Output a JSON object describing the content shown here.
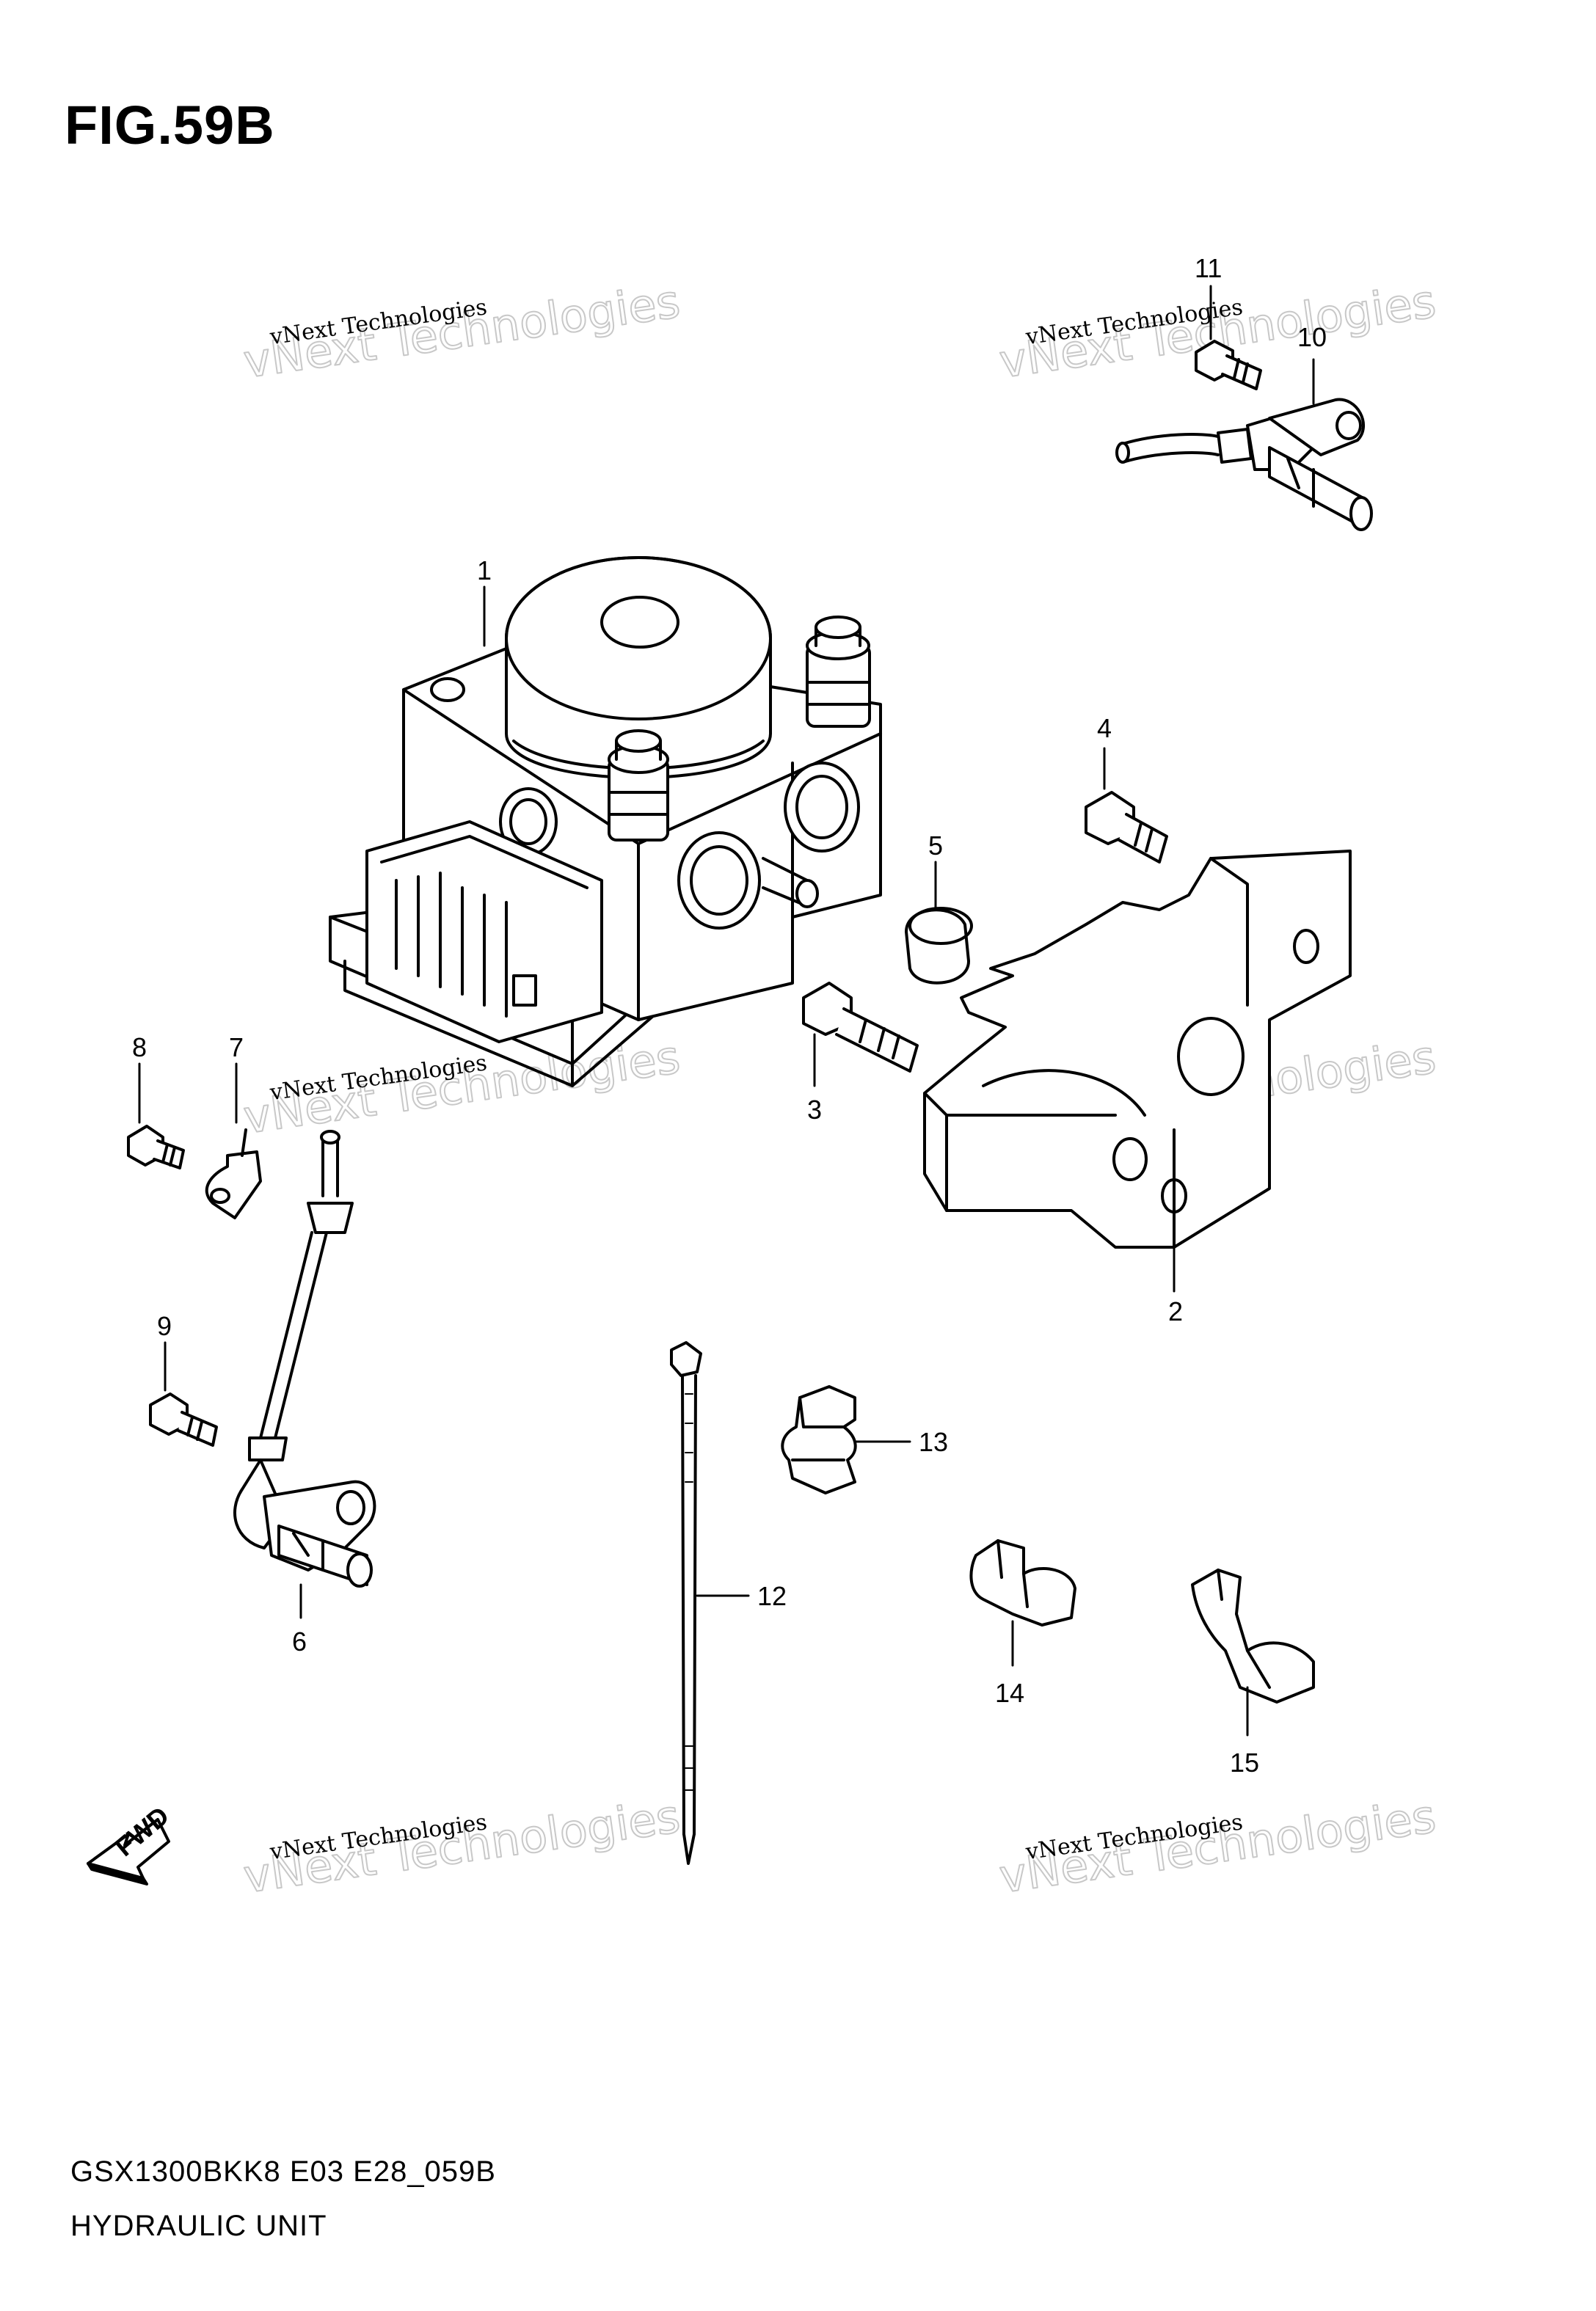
{
  "figure": {
    "title": "FIG.59B"
  },
  "footer": {
    "code": "GSX1300BKK8 E03 E28_059B",
    "name": "HYDRAULIC UNIT"
  },
  "direction": {
    "label": "FWD"
  },
  "watermark": {
    "line1": "vNext Technologies",
    "line2": "vNext Technologies"
  },
  "callouts": [
    "1",
    "2",
    "3",
    "4",
    "5",
    "6",
    "7",
    "8",
    "9",
    "10",
    "11",
    "12",
    "13",
    "14",
    "15"
  ]
}
